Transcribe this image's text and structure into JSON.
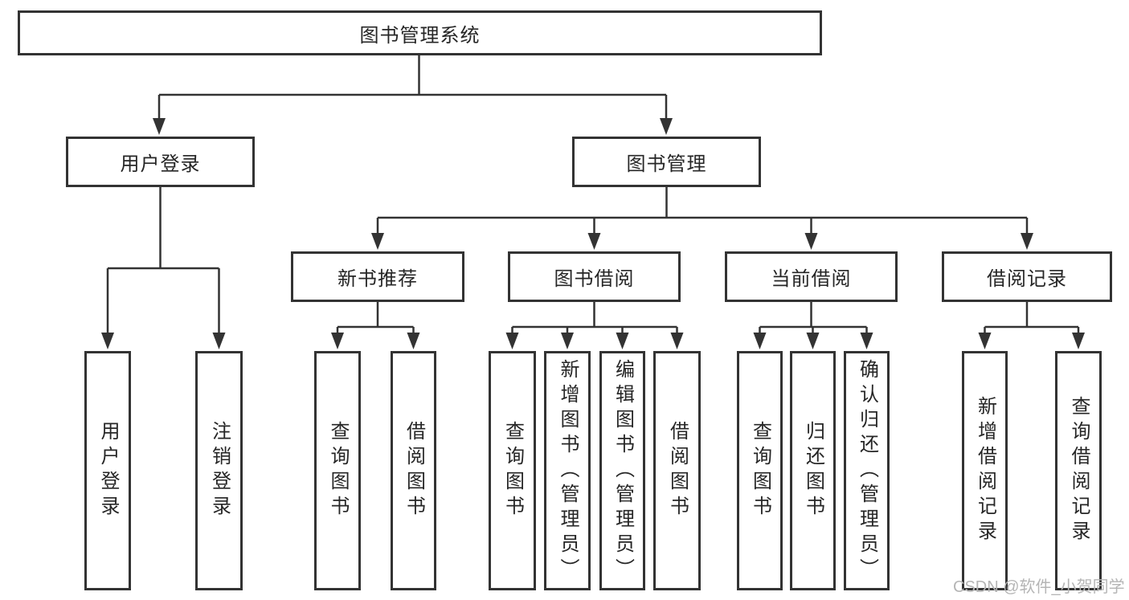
{
  "diagram": {
    "root": {
      "label": "图书管理系统"
    },
    "level2": {
      "user_login": {
        "label": "用户登录"
      },
      "book_management": {
        "label": "图书管理"
      }
    },
    "level3": {
      "new_book_recommend": {
        "label": "新书推荐"
      },
      "book_borrowing": {
        "label": "图书借阅"
      },
      "current_borrowing": {
        "label": "当前借阅"
      },
      "borrowing_records": {
        "label": "借阅记录"
      }
    },
    "leaves": {
      "user_login": [
        "用户登录",
        "注销登录"
      ],
      "new_book_recommend": [
        "查询图书",
        "借阅图书"
      ],
      "book_borrowing": [
        "查询图书",
        "新增图书（管理员）",
        "编辑图书（管理员）",
        "借阅图书"
      ],
      "current_borrowing": [
        "查询图书",
        "归还图书",
        "确认归还（管理员）"
      ],
      "borrowing_records": [
        "新增借阅记录",
        "查询借阅记录"
      ]
    }
  },
  "watermark": {
    "text": "CSDN @软件_小贺同学"
  },
  "colors": {
    "line": "#333333",
    "text": "#262626",
    "watermark": "#b5b5b5",
    "background": "#ffffff"
  }
}
